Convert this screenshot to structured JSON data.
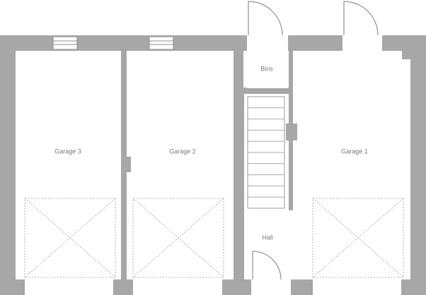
{
  "rooms": {
    "garage_3": "Garage 3",
    "garage_2": "Garage 2",
    "garage_1": "Garage 1",
    "bins": "Bins",
    "hall": "Hall"
  },
  "colors": {
    "wall": "#a7a7a7",
    "floor": "#ffffff",
    "line": "#8c8c8c",
    "label": "#777777"
  }
}
